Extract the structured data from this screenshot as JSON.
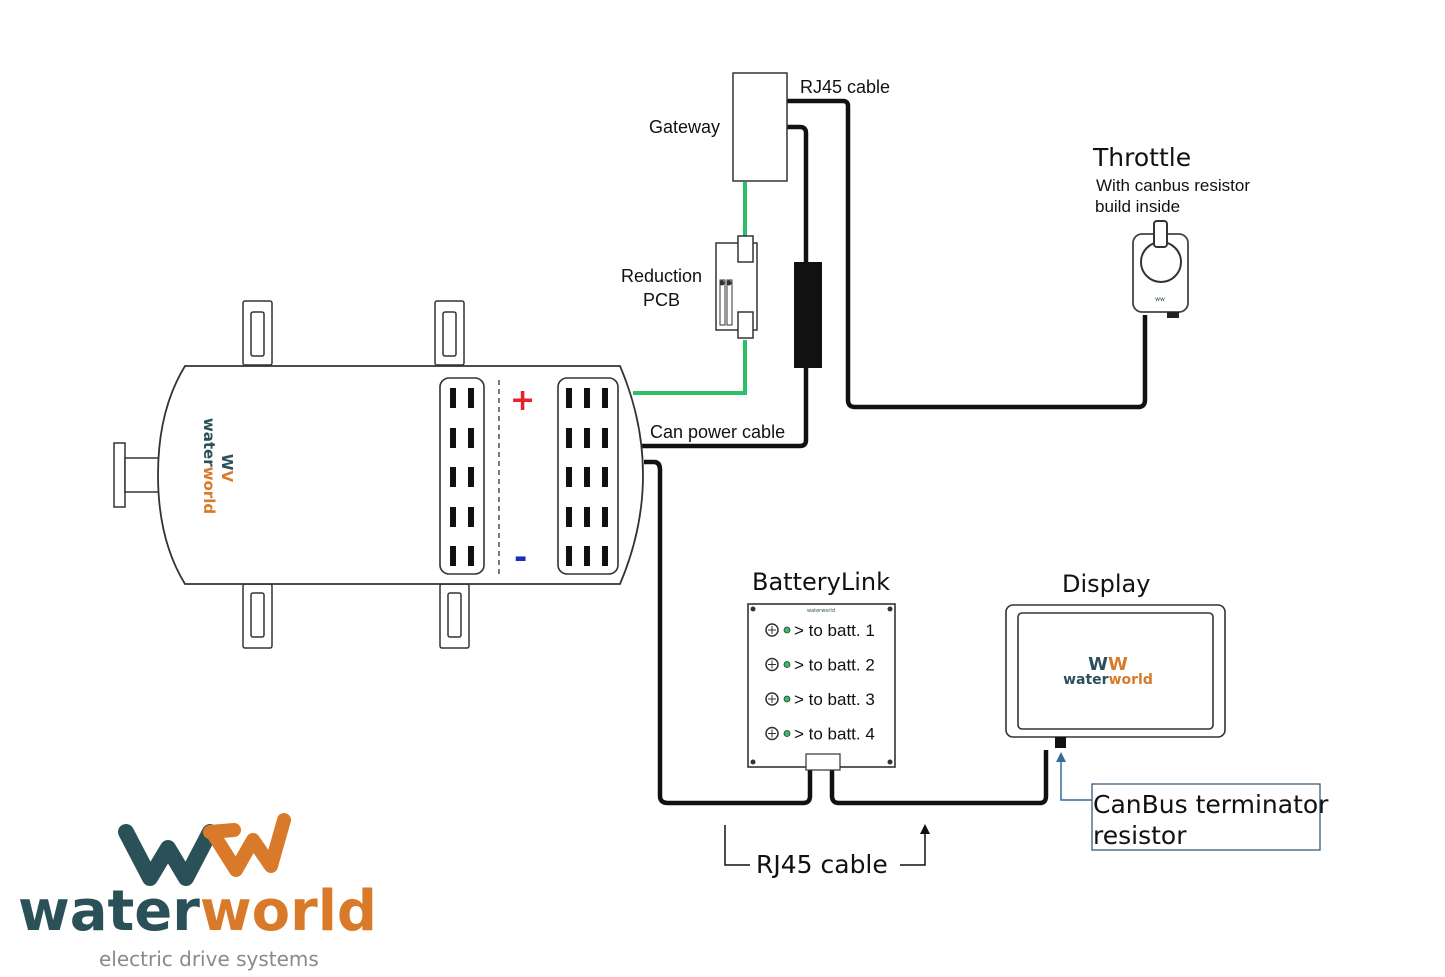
{
  "labels": {
    "gateway": "Gateway",
    "rj45_top": "RJ45 cable",
    "throttle_title": "Throttle",
    "throttle_note_1": "With canbus resistor",
    "throttle_note_2": "build inside",
    "reduction_1": "Reduction",
    "reduction_2": "PCB",
    "can_power": "Can power cable",
    "plus_sign": "+",
    "minus_sign": "-",
    "batterylink_title": "BatteryLink",
    "display_title": "Display",
    "rj45_bottom": "RJ45 cable",
    "terminator_1": "CanBus terminator",
    "terminator_2": "resistor"
  },
  "batterylink_ports": [
    "> to batt. 1",
    "> to batt. 2",
    "> to batt. 3",
    "> to batt. 4"
  ],
  "brand": {
    "wordmark_part1": "water",
    "wordmark_part2": "world",
    "tagline": "electric drive systems"
  },
  "colors": {
    "brand_teal": "#2b5158",
    "brand_orange": "#d97a2b",
    "cable_green": "#2dbf6a",
    "plus_red": "#e8202a",
    "minus_blue": "#1a2fb8",
    "cable_black": "#111111"
  },
  "icons": [
    "waterworld-logo",
    "arrow-up-icon"
  ]
}
